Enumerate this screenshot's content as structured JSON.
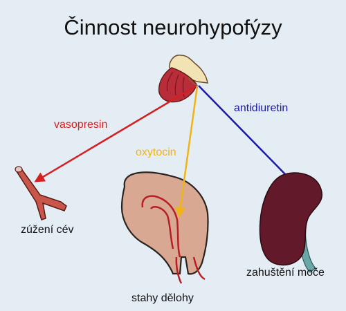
{
  "title": "Činnost neurohypofýzy",
  "hormones": [
    {
      "label": "vasopresin",
      "color": "#d42020"
    },
    {
      "label": "oxytocin",
      "color": "#f0b414"
    },
    {
      "label": "antidiuretin",
      "color": "#1a1aa8"
    }
  ],
  "captions": {
    "vessels": "zúžení cév",
    "uterus": "stahy dělohy",
    "kidney": "zahuštění moče"
  }
}
